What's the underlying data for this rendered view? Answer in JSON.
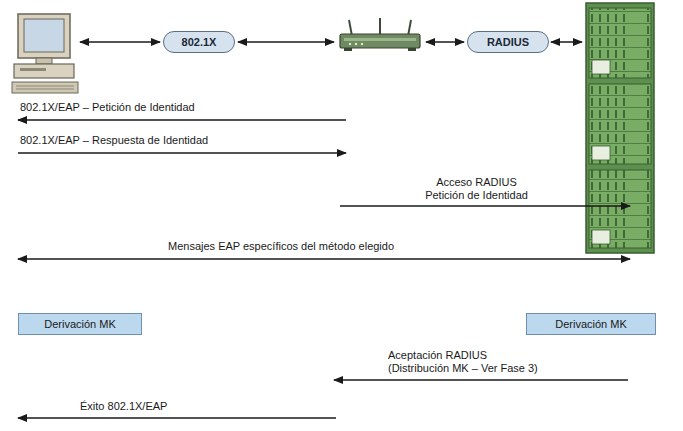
{
  "diagram": {
    "nodes": [
      {
        "text": [
          "802.1X"
        ]
      },
      {
        "text": [
          "RADIUS"
        ]
      },
      {
        "text": [
          "Derivación MK"
        ]
      },
      {
        "text": [
          "Derivación MK"
        ]
      }
    ],
    "labels": [
      "802.1X/EAP – Petición de Identidad",
      "802.1X/EAP – Respuesta de Identidad",
      "Acceso RADIUS Petición de Identidad",
      "Mensajes EAP específicos del método elegido",
      "Aceptación RADIUS (Distribución MK – Ver Fase 3)",
      "Éxito 802.1X/EAP"
    ]
  }
}
